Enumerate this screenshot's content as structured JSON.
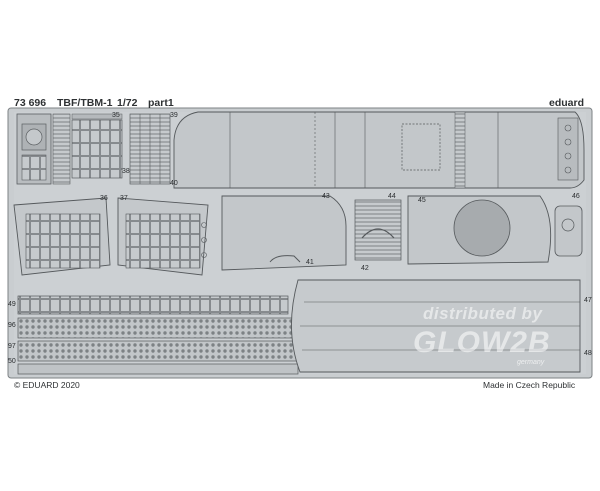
{
  "header": {
    "code": "73 696",
    "model": "TBF/TBM-1",
    "scale": "1/72",
    "part": "part1",
    "brand": "eduard"
  },
  "part_numbers": [
    "35",
    "39",
    "38",
    "40",
    "36",
    "37",
    "43",
    "44",
    "45",
    "46",
    "41",
    "42",
    "47",
    "48",
    "49",
    "96",
    "97",
    "50"
  ],
  "footer": {
    "copyright": "© EDUARD 2020",
    "origin": "Made in Czech Republic"
  },
  "watermark": {
    "line1": "distributed by",
    "line2": "GLOW2B",
    "line3": "germany"
  },
  "colors": {
    "metal": "#c9cdd0",
    "metal_dark": "#a9aeb2",
    "etch_line": "#55595c",
    "background": "#ffffff"
  }
}
